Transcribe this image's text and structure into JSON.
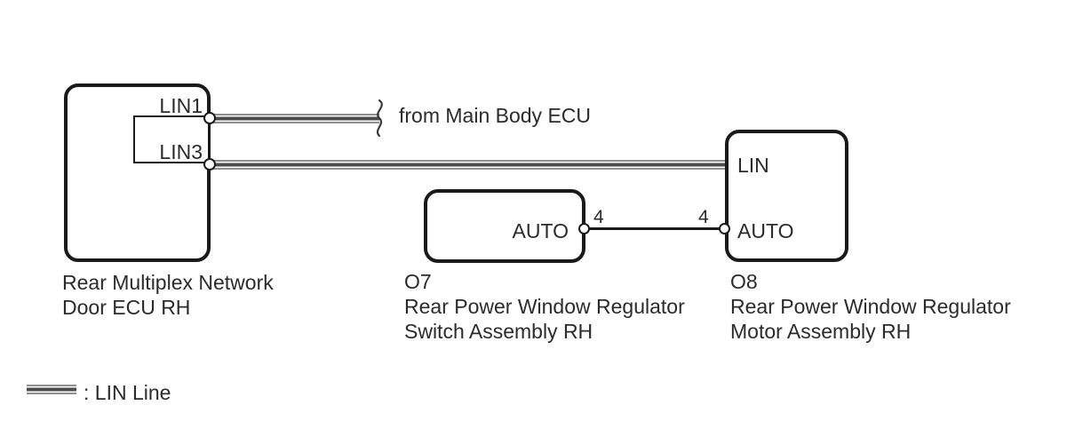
{
  "colors": {
    "ink": "#1a1a1a",
    "text": "#2b2b2b",
    "wire_gray": "#8f8f8f",
    "wire_dark": "#4d4d4d",
    "background": "#ffffff"
  },
  "left_component": {
    "pin_lin1": "LIN1",
    "pin_lin3": "LIN3",
    "caption_line1": "Rear Multiplex Network",
    "caption_line2": "Door ECU RH"
  },
  "switch_component": {
    "code": "O7",
    "pin_auto": "AUTO",
    "pin_number": "4",
    "caption_line1": "Rear Power Window Regulator",
    "caption_line2": "Switch Assembly RH"
  },
  "motor_component": {
    "code": "O8",
    "pin_lin": "LIN",
    "pin_auto": "AUTO",
    "pin_number": "4",
    "caption_line1": "Rear Power Window Regulator",
    "caption_line2": "Motor Assembly RH"
  },
  "annotations": {
    "from_main_body_ecu": "from Main Body ECU"
  },
  "legend": {
    "label": ": LIN Line"
  }
}
